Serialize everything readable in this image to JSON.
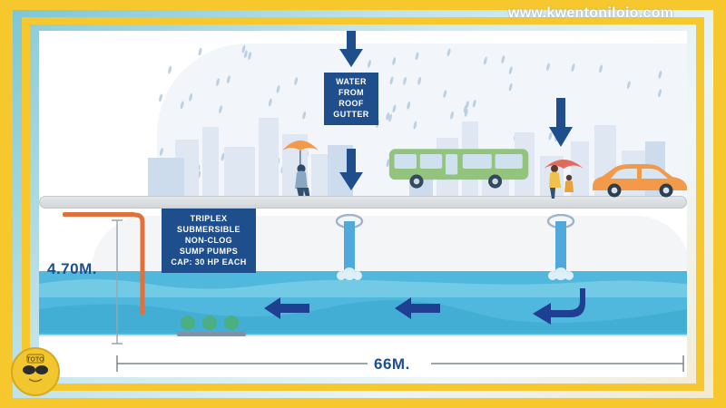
{
  "watermark": {
    "text": "www.kwentoniloio.com"
  },
  "logo": {
    "text": "TOTO",
    "name": "toto-logo"
  },
  "callouts": {
    "gutter": {
      "lines": [
        "WATER",
        "FROM",
        "ROOF",
        "GUTTER"
      ],
      "text": "WATER FROM ROOF GUTTER",
      "color": "#1F4E8C"
    },
    "pumps": {
      "lines": [
        "TRIPLEX",
        "SUBMERSIBLE",
        "NON-CLOG",
        "SUMP PUMPS",
        "CAP: 30 HP EACH"
      ],
      "text": "TRIPLEX SUBMERSIBLE NON-CLOG SUMP PUMPS CAP: 30 HP EACH",
      "color": "#1F4E8C"
    }
  },
  "dimensions": {
    "height_label": "4.70M.",
    "width_label": "66M."
  },
  "scene": {
    "title": "Stormwater drainage culvert cross-section",
    "sky_color": "#F2F6FA",
    "water_color": "#4FB8DC",
    "accent_navy": "#1F4E8C",
    "frame_yellow": "#F7C72E",
    "frame_teal": "#8FCDD9",
    "vehicles": [
      {
        "name": "city-bus",
        "color": "#93C47D"
      },
      {
        "name": "orange-car",
        "color": "#F2994A"
      }
    ],
    "people": [
      {
        "name": "pedestrian-orange-umbrella",
        "umbrella": "#F2994A"
      },
      {
        "name": "pedestrian-red-umbrella",
        "umbrella": "#E06A5E"
      },
      {
        "name": "child-pedestrian",
        "umbrella": ""
      }
    ],
    "equipment": [
      {
        "name": "sump-pump-1",
        "color": "#4CAF82"
      },
      {
        "name": "sump-pump-2",
        "color": "#4CAF82"
      },
      {
        "name": "sump-pump-3",
        "color": "#4CAF82"
      }
    ],
    "inlets": [
      {
        "name": "manhole-inlet-left"
      },
      {
        "name": "manhole-inlet-right"
      }
    ],
    "flow_arrows": [
      {
        "name": "flow-arrow-down-top",
        "direction": "down"
      },
      {
        "name": "flow-arrow-down-mid",
        "direction": "down"
      },
      {
        "name": "flow-arrow-down-right",
        "direction": "down"
      },
      {
        "name": "flow-arrow-left-1",
        "direction": "left"
      },
      {
        "name": "flow-arrow-left-2",
        "direction": "left"
      },
      {
        "name": "flow-arrow-hook-right",
        "direction": "left-hook"
      }
    ]
  }
}
